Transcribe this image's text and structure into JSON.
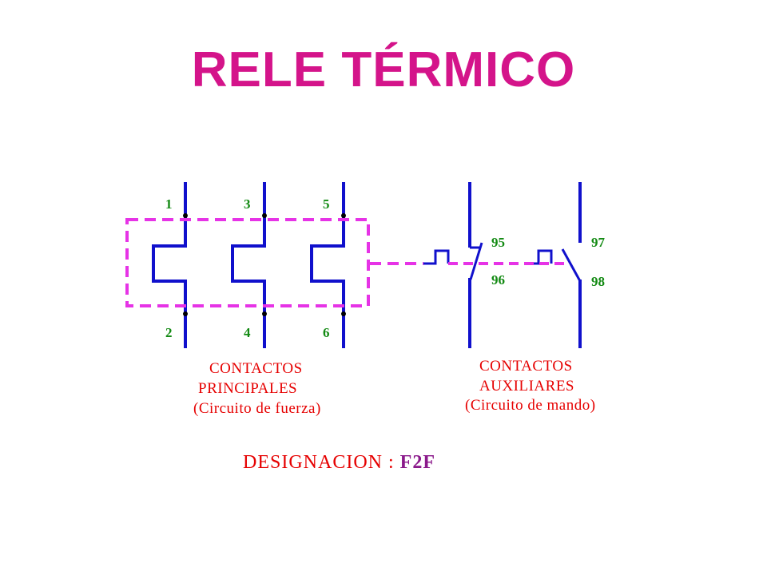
{
  "title": "RELE TÉRMICO",
  "colors": {
    "title": "#d4148a",
    "wire": "#1010cc",
    "dashed_link": "#e633e6",
    "terminal_label": "#138a13",
    "caption": "#e60000",
    "designation_code": "#8b1a8b"
  },
  "main_contacts": {
    "top_terminals": [
      "1",
      "3",
      "5"
    ],
    "bottom_terminals": [
      "2",
      "4",
      "6"
    ],
    "caption_lines": [
      "CONTACTOS",
      "PRINCIPALES",
      "(Circuito de fuerza)"
    ]
  },
  "aux_contacts": {
    "nc_terminals": [
      "95",
      "96"
    ],
    "no_terminals": [
      "97",
      "98"
    ],
    "caption_lines": [
      "CONTACTOS",
      "AUXILIARES",
      "(Circuito de mando)"
    ]
  },
  "designation": {
    "label": "DESIGNACION : ",
    "code": "F2F"
  }
}
